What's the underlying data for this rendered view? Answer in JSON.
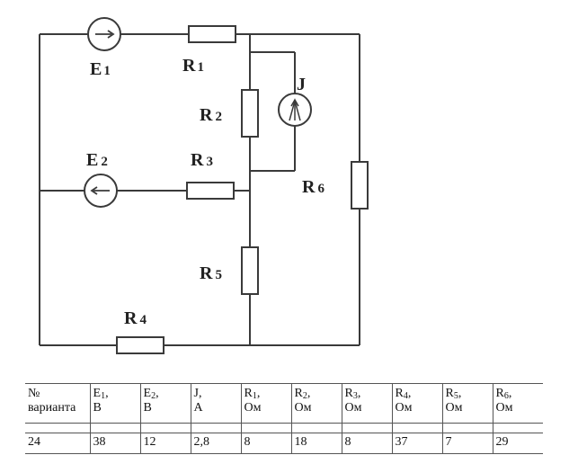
{
  "circuit": {
    "labels": {
      "E1": {
        "main": "E",
        "sub": "1"
      },
      "E2": {
        "main": "E",
        "sub": "2"
      },
      "R1": {
        "main": "R",
        "sub": "1"
      },
      "R2": {
        "main": "R",
        "sub": "2"
      },
      "R3": {
        "main": "R",
        "sub": "3"
      },
      "R4": {
        "main": "R",
        "sub": "4"
      },
      "R5": {
        "main": "R",
        "sub": "5"
      },
      "R6": {
        "main": "R",
        "sub": "6"
      },
      "J": {
        "main": "J",
        "sub": ""
      }
    },
    "icons": [
      "voltage-source-arrow-right-icon",
      "voltage-source-arrow-left-icon",
      "current-source-icon",
      "resistor-icon"
    ]
  },
  "table": {
    "headers": [
      {
        "main": "№",
        "sub": "",
        "unit": "варианта"
      },
      {
        "main": "E",
        "sub": "1",
        "unit": "В"
      },
      {
        "main": "E",
        "sub": "2",
        "unit": "В"
      },
      {
        "main": "J",
        "sub": "",
        "unit": "А"
      },
      {
        "main": "R",
        "sub": "1",
        "unit": "Ом"
      },
      {
        "main": "R",
        "sub": "2",
        "unit": "Ом"
      },
      {
        "main": "R",
        "sub": "3",
        "unit": "Ом"
      },
      {
        "main": "R",
        "sub": "4",
        "unit": "Ом"
      },
      {
        "main": "R",
        "sub": "5",
        "unit": "Ом"
      },
      {
        "main": "R",
        "sub": "6",
        "unit": "Ом"
      }
    ],
    "values": [
      "24",
      "38",
      "12",
      "2,8",
      "8",
      "18",
      "8",
      "37",
      "7",
      "29"
    ]
  }
}
